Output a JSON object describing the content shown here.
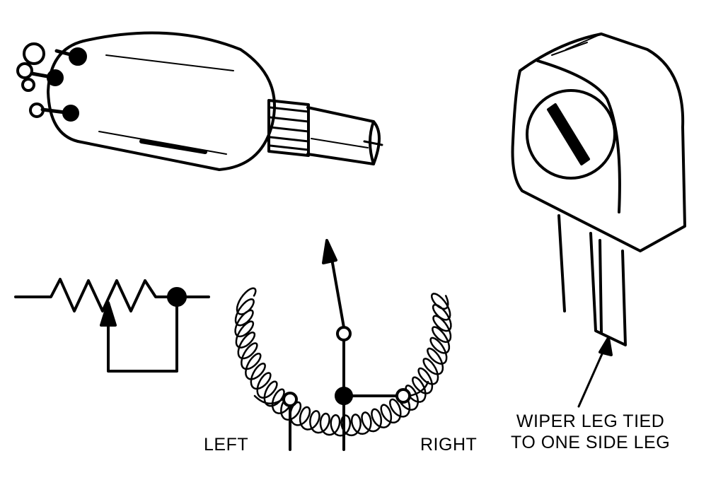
{
  "labels": {
    "left": "LEFT",
    "right": "RIGHT",
    "wiper_line1": "WIPER LEG TIED",
    "wiper_line2": "TO ONE SIDE LEG"
  },
  "colors": {
    "ink": "#000000",
    "paper": "#ffffff"
  }
}
